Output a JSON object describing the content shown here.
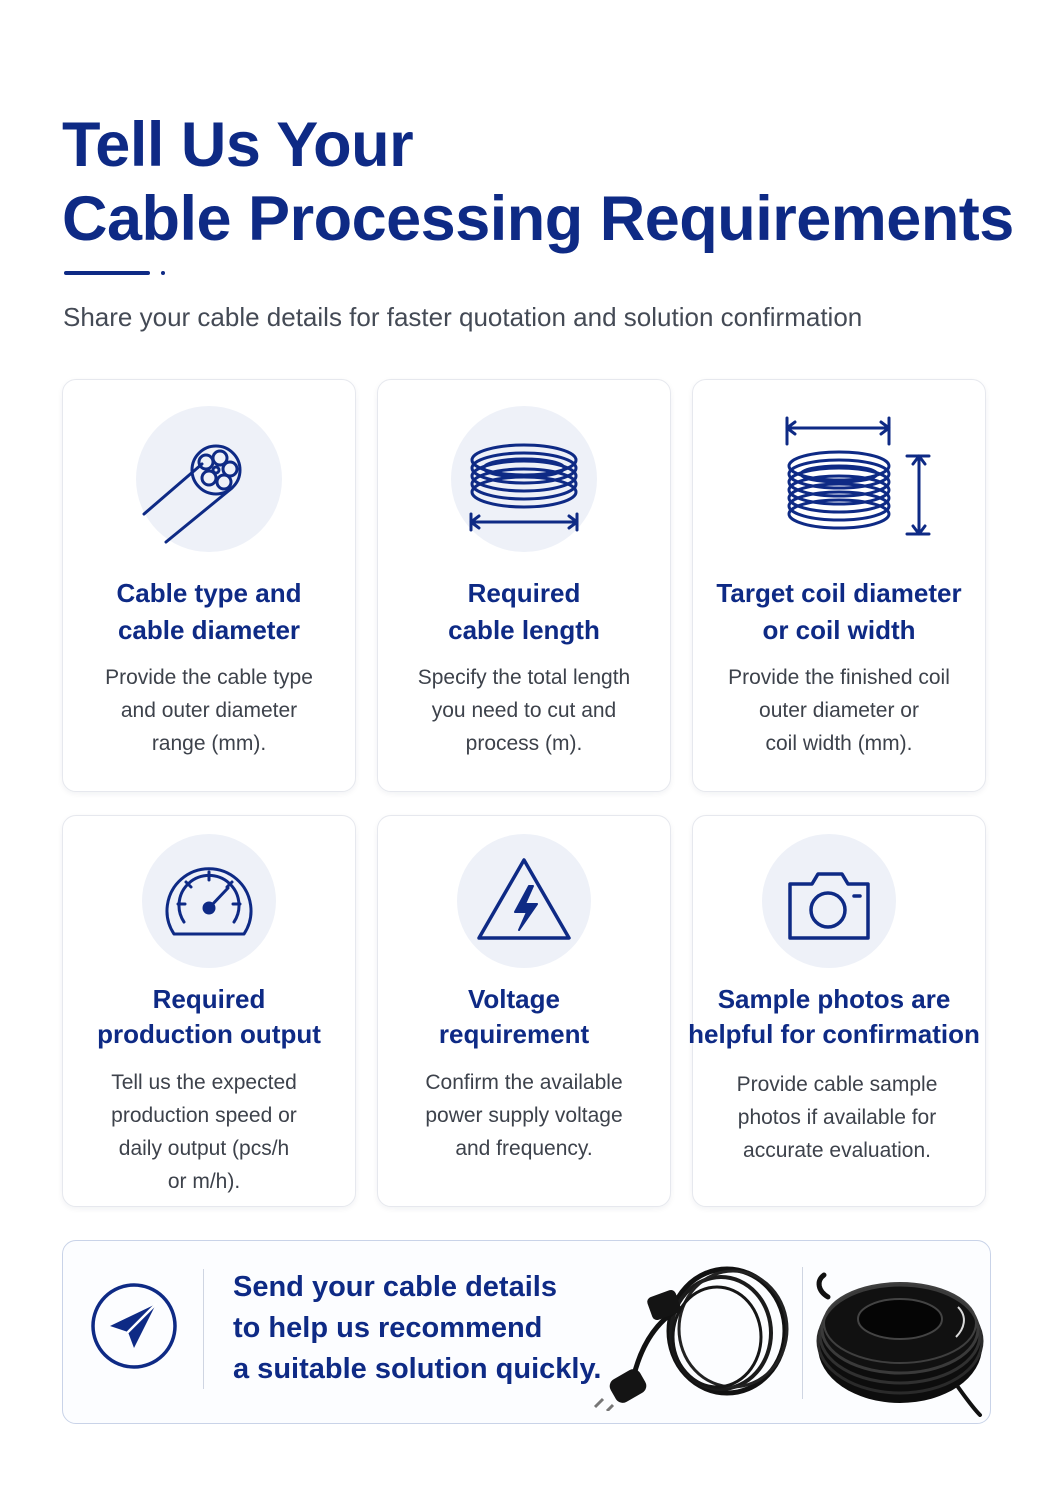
{
  "header": {
    "title_lines": [
      "Tell Us Your",
      "Cable Processing Requirements"
    ],
    "subtitle": "Share your cable details for faster quotation and solution confirmation"
  },
  "colors": {
    "brand_navy": "#0e2a85",
    "icon_circle": "#eef1f8",
    "card_border": "#e6e8ee",
    "body_text": "#3d424b"
  },
  "cards": [
    {
      "icon": "cable-cross-section-icon",
      "title_lines": [
        "Cable type and",
        "cable diameter"
      ],
      "text_lines": [
        "Provide the cable type",
        "and outer diameter",
        "range (mm)."
      ]
    },
    {
      "icon": "cable-coil-length-icon",
      "title_lines": [
        "Required",
        "cable length"
      ],
      "text_lines": [
        "Specify the total length",
        "you need to cut and",
        "process (m)."
      ]
    },
    {
      "icon": "coil-dimensions-icon",
      "title_lines": [
        "Target coil diameter",
        "or coil width"
      ],
      "text_lines": [
        "Provide the finished coil",
        "outer diameter or",
        "coil width (mm)."
      ]
    },
    {
      "icon": "speedometer-icon",
      "title_lines": [
        "Required",
        "production output"
      ],
      "text_lines": [
        "Tell us the expected",
        "production speed or",
        "daily output (pcs/h",
        "or m/h)."
      ]
    },
    {
      "icon": "high-voltage-warning-icon",
      "title_lines": [
        "Voltage",
        "requirement"
      ],
      "text_lines": [
        "Confirm the available",
        "power supply voltage",
        "and frequency."
      ]
    },
    {
      "icon": "camera-icon",
      "title_lines": [
        "Sample photos are",
        "helpful for confirmation"
      ],
      "text_lines": [
        "Provide cable sample",
        "photos if available for",
        "accurate evaluation."
      ]
    }
  ],
  "cta": {
    "icon": "paper-plane-icon",
    "text_lines": [
      "Send your cable details",
      "to help us recommend",
      "a suitable solution quickly."
    ],
    "photos": [
      "power-cord-photo",
      "cable-roll-photo"
    ]
  }
}
